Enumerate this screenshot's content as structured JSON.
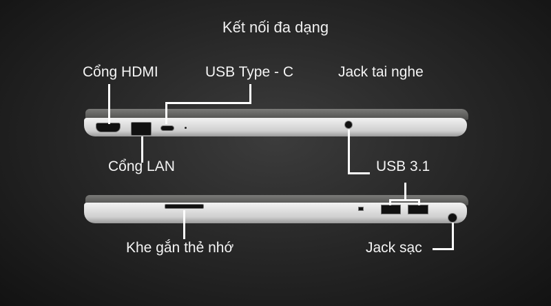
{
  "title": "Kết nối đa dạng",
  "labels": {
    "hdmi": "Cổng HDMI",
    "usb_c": "USB Type - C",
    "headphone": "Jack tai nghe",
    "lan": "Cổng LAN",
    "usb31": "USB 3.1",
    "card_slot": "Khe gắn thẻ nhớ",
    "power": "Jack sạc"
  }
}
